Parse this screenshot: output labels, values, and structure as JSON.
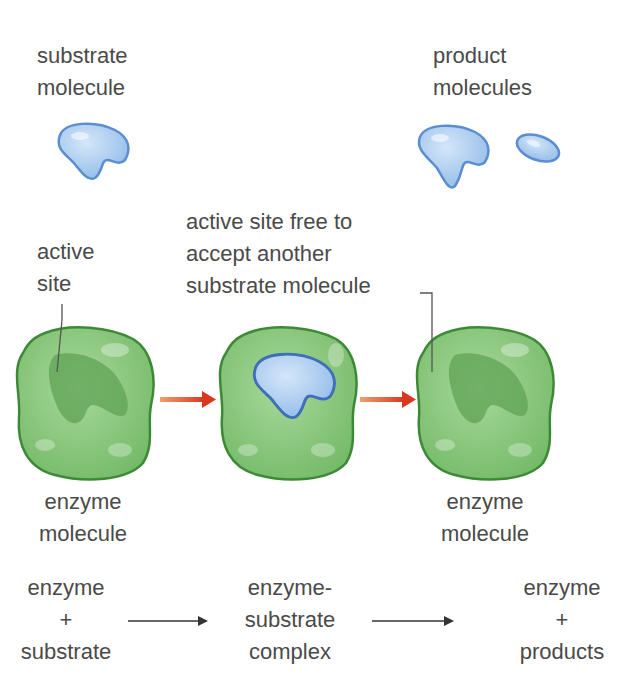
{
  "diagram": {
    "labels": [
      "substrate molecule",
      "product molecules",
      "active site free to accept another substrate molecule",
      "active site",
      "enzyme molecule",
      "enzyme molecule",
      "enzyme + substrate",
      "enzyme-substrate complex",
      "enzyme + products"
    ]
  }
}
